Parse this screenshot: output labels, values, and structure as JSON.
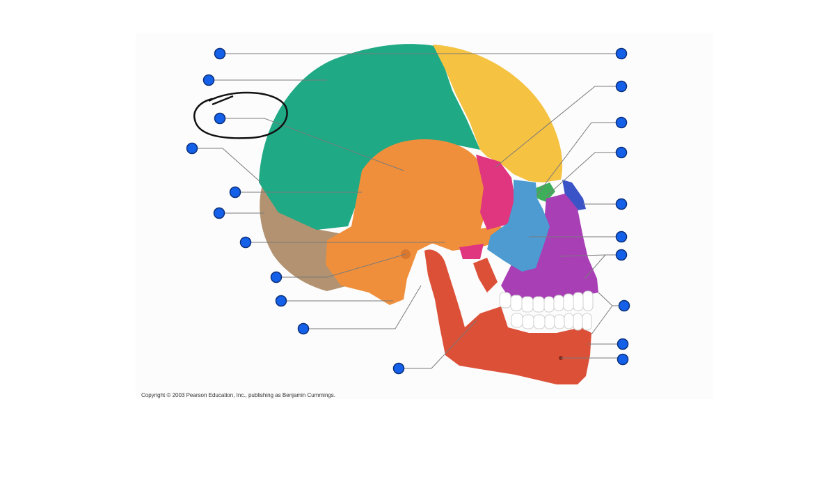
{
  "figure": {
    "copyright": "Copyright © 2003 Pearson Education, Inc., publishing as Benjamin Cummings.",
    "colors": {
      "frontal": "#f5c242",
      "parietal": "#1fa985",
      "temporal": "#ef8f3c",
      "occipital": "#b29270",
      "sphenoid": "#e0357f",
      "zygomatic": "#4d9bd0",
      "maxilla": "#a83fb5",
      "mandible": "#dc5038",
      "nasal": "#3a54c8",
      "lacrimal": "#3fae5a",
      "teeth": "#ffffff",
      "label_dot": "#1560e8",
      "annotation_circle": "#111111"
    },
    "label_dots": [
      {
        "id": "left-1"
      },
      {
        "id": "left-2"
      },
      {
        "id": "left-3-circled"
      },
      {
        "id": "left-4"
      },
      {
        "id": "left-5"
      },
      {
        "id": "left-6"
      },
      {
        "id": "left-7"
      },
      {
        "id": "left-8"
      },
      {
        "id": "left-9"
      },
      {
        "id": "left-10"
      },
      {
        "id": "left-11"
      },
      {
        "id": "right-1"
      },
      {
        "id": "right-2"
      },
      {
        "id": "right-3"
      },
      {
        "id": "right-4"
      },
      {
        "id": "right-5"
      },
      {
        "id": "right-6"
      },
      {
        "id": "right-7"
      },
      {
        "id": "right-8"
      },
      {
        "id": "right-9"
      },
      {
        "id": "right-10"
      }
    ]
  }
}
